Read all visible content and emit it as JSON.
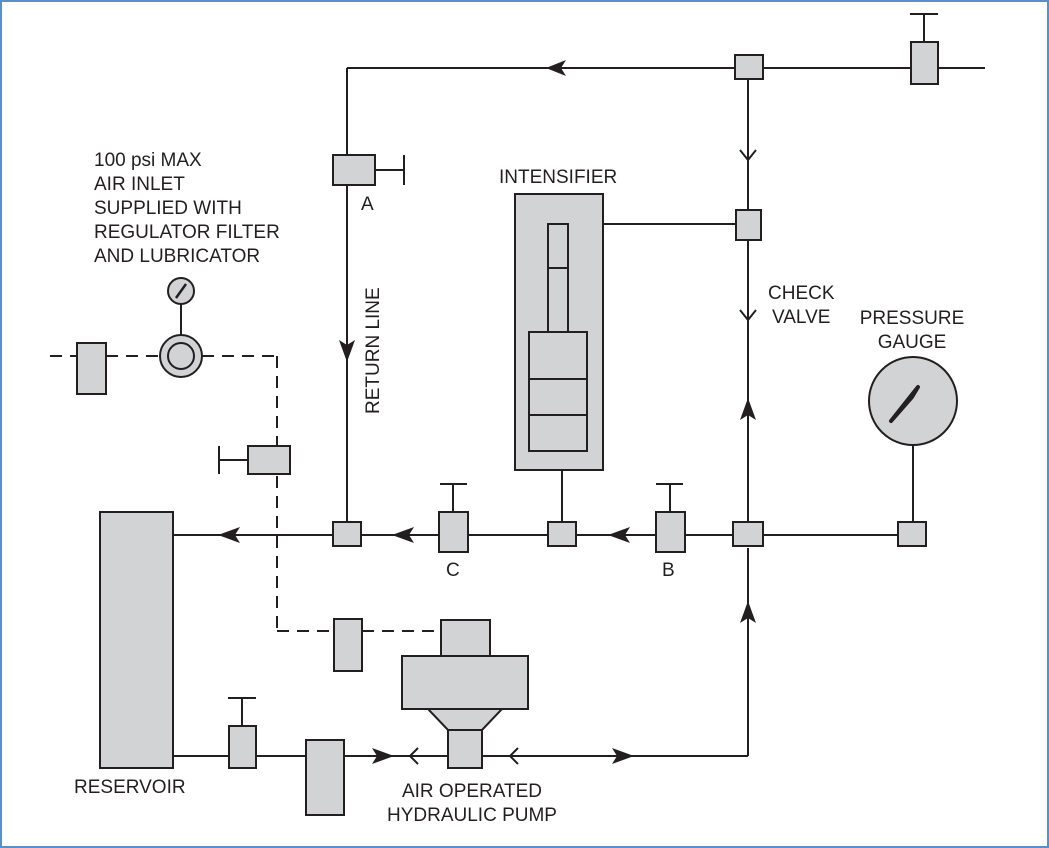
{
  "diagram": {
    "colors": {
      "line": "#231f20",
      "component_fill": "#d1d3d4",
      "frame": "#5b8fc7"
    },
    "labels": {
      "air_inlet": [
        "100 psi MAX",
        "AIR INLET",
        "SUPPLIED WITH",
        "REGULATOR FILTER",
        "AND LUBRICATOR"
      ],
      "intensifier": "INTENSIFIER",
      "check_valve": [
        "CHECK",
        "VALVE"
      ],
      "pressure_gauge": [
        "PRESSURE",
        "GAUGE"
      ],
      "return_line": "RETURN LINE",
      "valve_a": "A",
      "valve_b": "B",
      "valve_c": "C",
      "reservoir": "RESERVOIR",
      "pump": [
        "AIR OPERATED",
        "HYDRAULIC PUMP"
      ]
    }
  }
}
